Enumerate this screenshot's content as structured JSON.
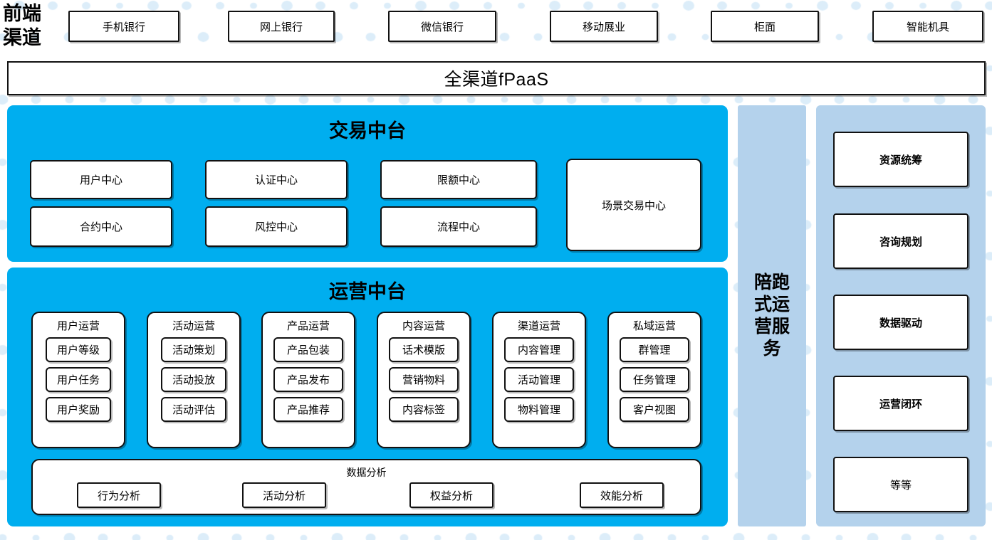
{
  "frontend": {
    "label": "前端\n渠道",
    "label_line1": "前端",
    "label_line2": "渠道",
    "channels": [
      {
        "label": "手机银行"
      },
      {
        "label": "网上银行"
      },
      {
        "label": "微信银行"
      },
      {
        "label": "移动展业"
      },
      {
        "label": "柜面"
      },
      {
        "label": "智能机具"
      }
    ]
  },
  "fpaas": {
    "label": "全渠道fPaaS"
  },
  "transaction_platform": {
    "title": "交易中台",
    "boxes": [
      {
        "label": "用户中心"
      },
      {
        "label": "认证中心"
      },
      {
        "label": "限额中心"
      },
      {
        "label": "合约中心"
      },
      {
        "label": "风控中心"
      },
      {
        "label": "流程中心"
      },
      {
        "label": "场景交易中心"
      }
    ]
  },
  "operation_platform": {
    "title": "运营中台",
    "columns": [
      {
        "title": "用户运营",
        "items": [
          "用户等级",
          "用户任务",
          "用户奖励"
        ]
      },
      {
        "title": "活动运营",
        "items": [
          "活动策划",
          "活动投放",
          "活动评估"
        ]
      },
      {
        "title": "产品运营",
        "items": [
          "产品包装",
          "产品发布",
          "产品推荐"
        ]
      },
      {
        "title": "内容运营",
        "items": [
          "话术模版",
          "营销物料",
          "内容标签"
        ]
      },
      {
        "title": "渠道运营",
        "items": [
          "内容管理",
          "活动管理",
          "物料管理"
        ]
      },
      {
        "title": "私域运营",
        "items": [
          "群管理",
          "任务管理",
          "客户视图"
        ]
      }
    ],
    "data_analysis": {
      "title": "数据分析",
      "items": [
        "行为分析",
        "活动分析",
        "权益分析",
        "效能分析"
      ]
    }
  },
  "service_column": {
    "text": "陪跑式运营服务",
    "lines": [
      "陪跑",
      "式运",
      "营服",
      "务"
    ]
  },
  "sidebar": {
    "cards": [
      {
        "label": "资源统筹",
        "bold": true
      },
      {
        "label": "咨询规划",
        "bold": true
      },
      {
        "label": "数据驱动",
        "bold": true
      },
      {
        "label": "运营闭环",
        "bold": true
      },
      {
        "label": "等等",
        "bold": false
      }
    ]
  },
  "colors": {
    "cyan": "#00AEEF",
    "light_blue": "#B4D2EC",
    "dot_blue": "#DCEDF9",
    "border": "#1a1a1a",
    "background": "#FFFFFF"
  }
}
